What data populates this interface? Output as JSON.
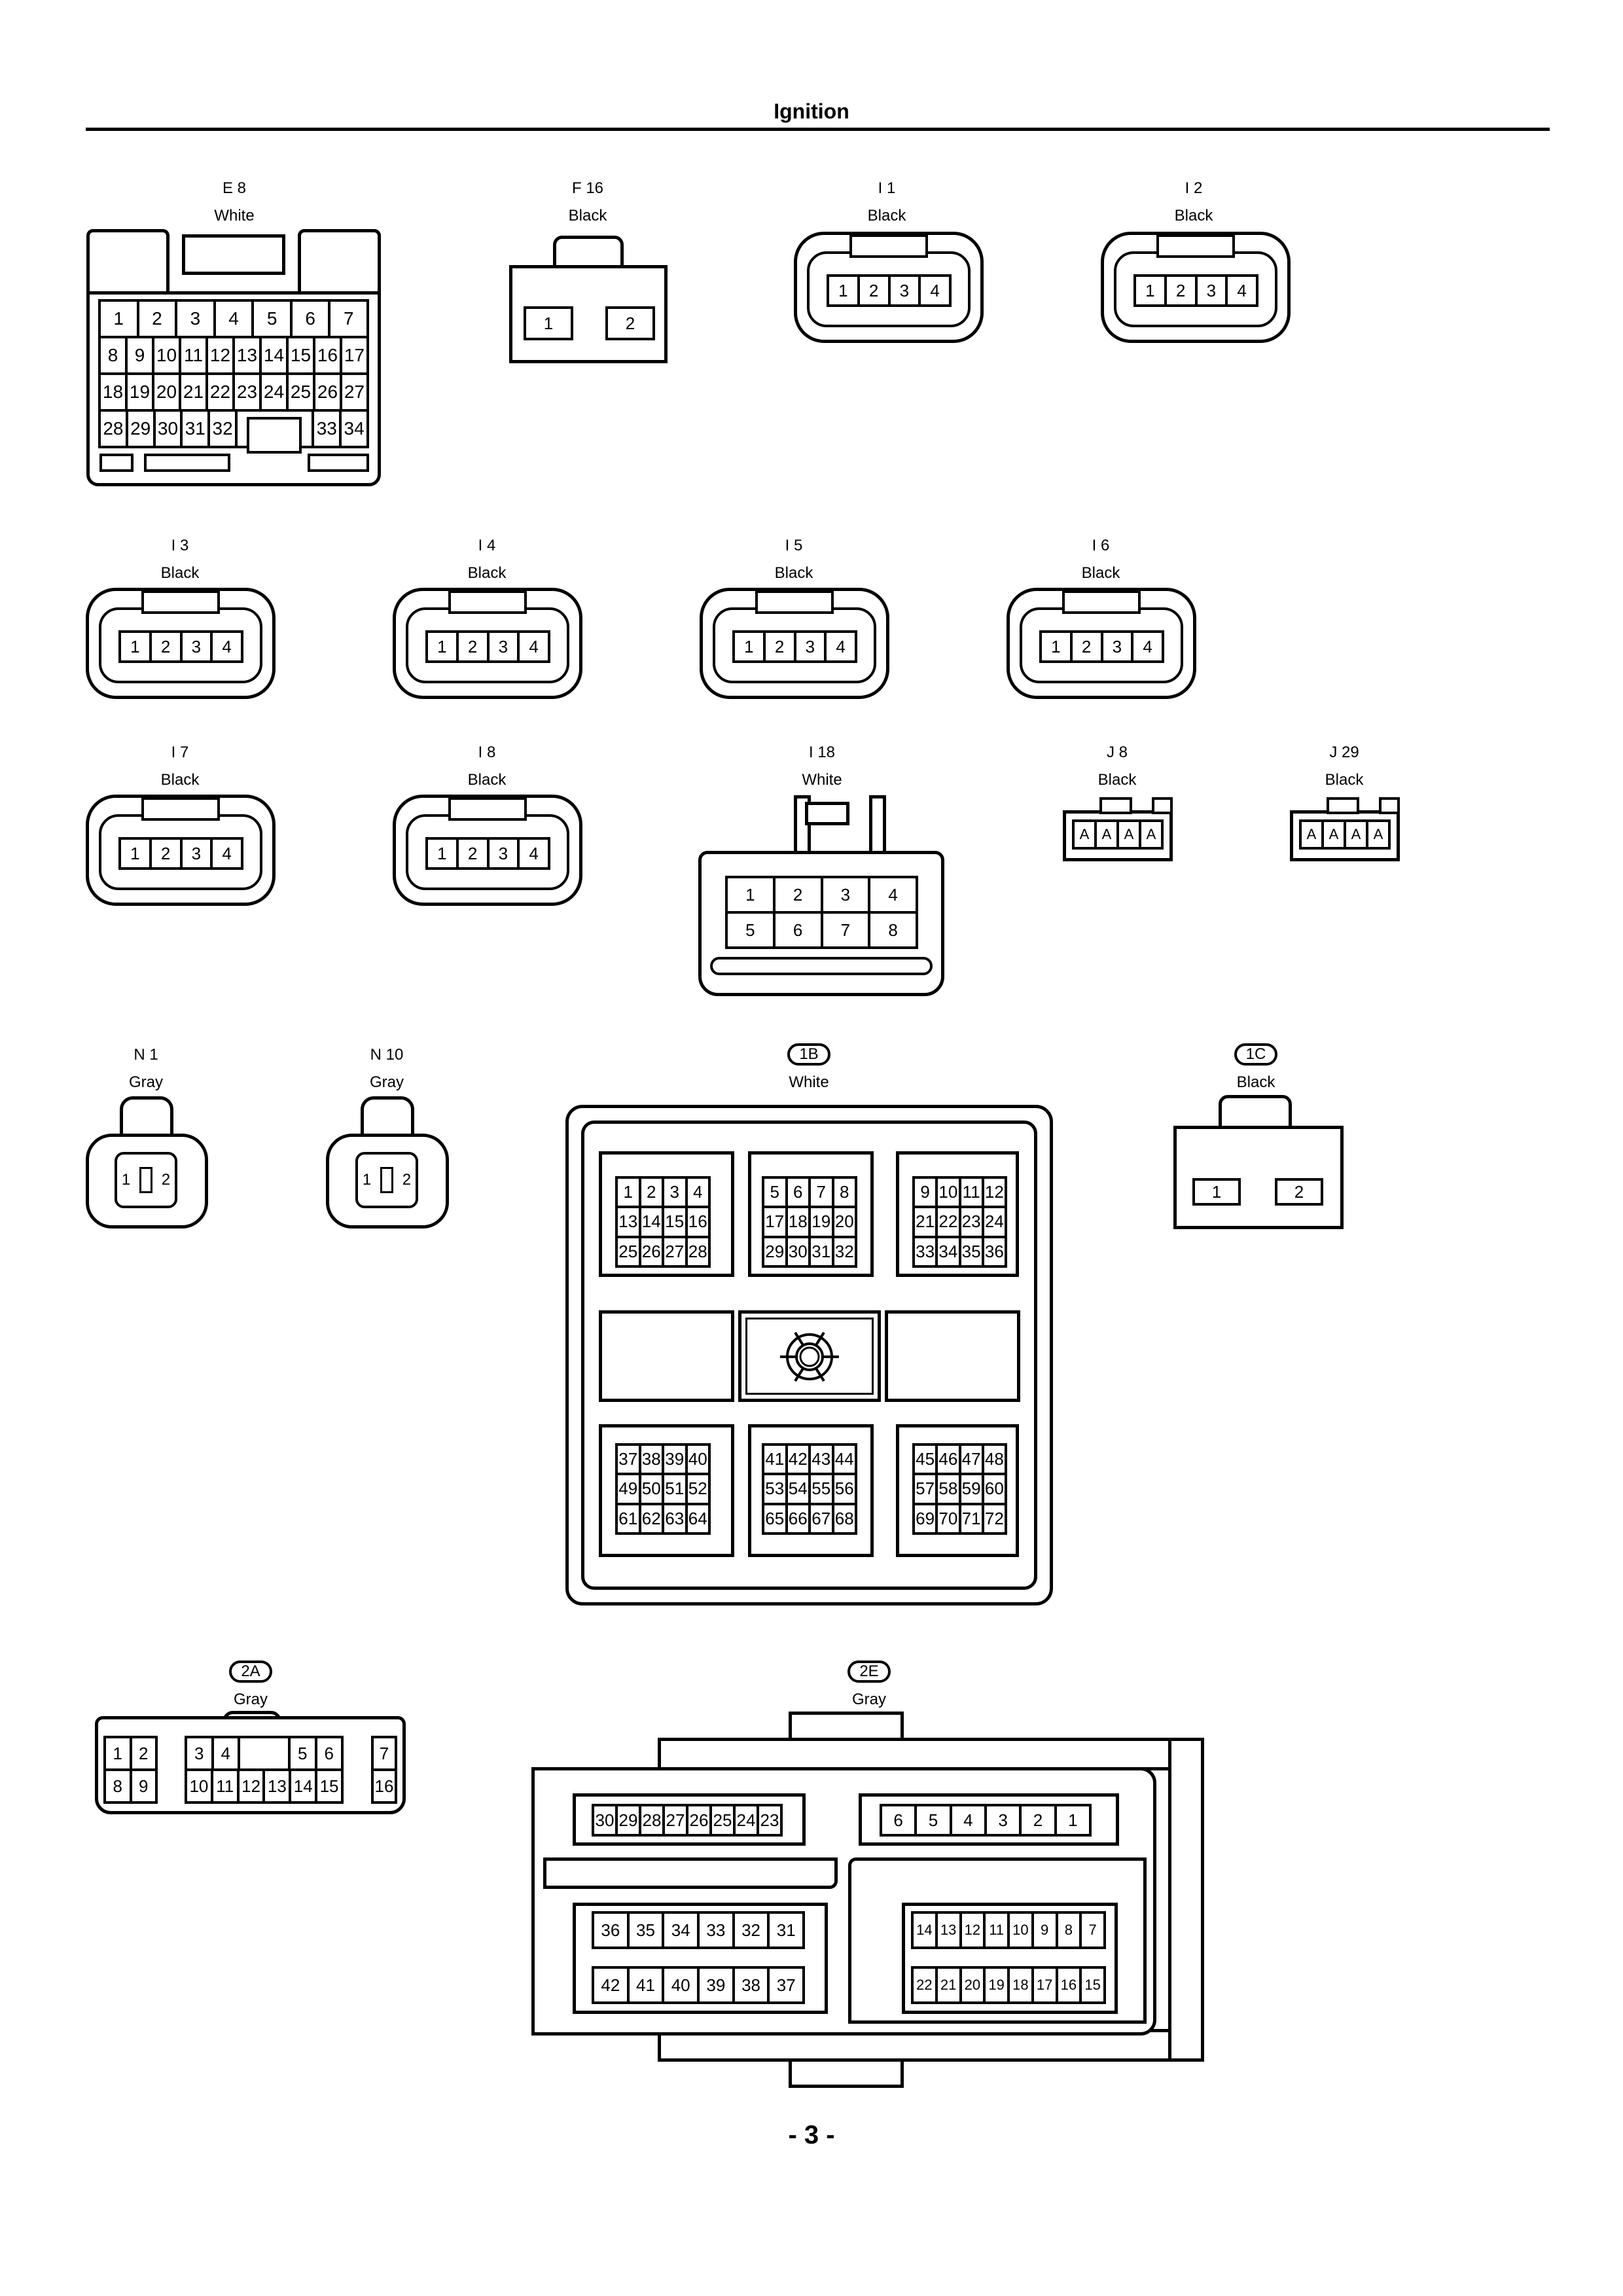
{
  "page": {
    "title": "Ignition",
    "page_number": "- 3 -"
  },
  "connectors": {
    "E8": {
      "code": "E 8",
      "color": "White",
      "pins": [
        [
          "1",
          "2",
          "3",
          "4",
          "5",
          "6",
          "7"
        ],
        [
          "8",
          "9",
          "10",
          "11",
          "12",
          "13",
          "14",
          "15",
          "16",
          "17"
        ],
        [
          "18",
          "19",
          "20",
          "21",
          "22",
          "23",
          "24",
          "25",
          "26",
          "27"
        ],
        [
          "28",
          "29",
          "30",
          "31",
          "32",
          null,
          null,
          null,
          "33",
          "34"
        ]
      ]
    },
    "F16": {
      "code": "F 16",
      "color": "Black",
      "pins": [
        [
          [
            "1"
          ]
        ],
        [
          [
            "2"
          ]
        ]
      ]
    },
    "I1": {
      "code": "I 1",
      "color": "Black",
      "pins": [
        [
          "1",
          "2",
          "3",
          "4"
        ]
      ]
    },
    "I2": {
      "code": "I 2",
      "color": "Black",
      "pins": [
        [
          "1",
          "2",
          "3",
          "4"
        ]
      ]
    },
    "I3": {
      "code": "I 3",
      "color": "Black",
      "pins": [
        [
          "1",
          "2",
          "3",
          "4"
        ]
      ]
    },
    "I4": {
      "code": "I 4",
      "color": "Black",
      "pins": [
        [
          "1",
          "2",
          "3",
          "4"
        ]
      ]
    },
    "I5": {
      "code": "I 5",
      "color": "Black",
      "pins": [
        [
          "1",
          "2",
          "3",
          "4"
        ]
      ]
    },
    "I6": {
      "code": "I 6",
      "color": "Black",
      "pins": [
        [
          "1",
          "2",
          "3",
          "4"
        ]
      ]
    },
    "I7": {
      "code": "I 7",
      "color": "Black",
      "pins": [
        [
          "1",
          "2",
          "3",
          "4"
        ]
      ]
    },
    "I8": {
      "code": "I 8",
      "color": "Black",
      "pins": [
        [
          "1",
          "2",
          "3",
          "4"
        ]
      ]
    },
    "I18": {
      "code": "I 18",
      "color": "White",
      "pins": [
        [
          "1",
          "2",
          "3",
          "4"
        ],
        [
          "5",
          "6",
          "7",
          "8"
        ]
      ]
    },
    "J8": {
      "code": "J 8",
      "color": "Black",
      "pins": [
        [
          "A",
          "A",
          "A",
          "A"
        ]
      ]
    },
    "J29": {
      "code": "J 29",
      "color": "Black",
      "pins": [
        [
          "A",
          "A",
          "A",
          "A"
        ]
      ]
    },
    "N1": {
      "code": "N 1",
      "color": "Gray",
      "pins": [
        "1",
        "2"
      ]
    },
    "N10": {
      "code": "N 10",
      "color": "Gray",
      "pins": [
        "1",
        "2"
      ]
    },
    "1B": {
      "code": "1B",
      "color": "White",
      "blocks": [
        [
          [
            "1",
            "2",
            "3",
            "4"
          ],
          [
            "13",
            "14",
            "15",
            "16"
          ],
          [
            "25",
            "26",
            "27",
            "28"
          ]
        ],
        [
          [
            "5",
            "6",
            "7",
            "8"
          ],
          [
            "17",
            "18",
            "19",
            "20"
          ],
          [
            "29",
            "30",
            "31",
            "32"
          ]
        ],
        [
          [
            "9",
            "10",
            "11",
            "12"
          ],
          [
            "21",
            "22",
            "23",
            "24"
          ],
          [
            "33",
            "34",
            "35",
            "36"
          ]
        ],
        [
          [
            "37",
            "38",
            "39",
            "40"
          ],
          [
            "49",
            "50",
            "51",
            "52"
          ],
          [
            "61",
            "62",
            "63",
            "64"
          ]
        ],
        [
          [
            "41",
            "42",
            "43",
            "44"
          ],
          [
            "53",
            "54",
            "55",
            "56"
          ],
          [
            "65",
            "66",
            "67",
            "68"
          ]
        ],
        [
          [
            "45",
            "46",
            "47",
            "48"
          ],
          [
            "57",
            "58",
            "59",
            "60"
          ],
          [
            "69",
            "70",
            "71",
            "72"
          ]
        ]
      ]
    },
    "1C": {
      "code": "1C",
      "color": "Black",
      "pins": [
        [
          [
            "1"
          ]
        ],
        [
          [
            "2"
          ]
        ]
      ]
    },
    "2A": {
      "code": "2A",
      "color": "Gray",
      "groups": [
        [
          [
            "1",
            "2"
          ],
          [
            "8",
            "9"
          ]
        ],
        [
          [
            "3",
            "4",
            null,
            null,
            "5",
            "6"
          ],
          [
            "10",
            "11",
            "12",
            "13",
            "14",
            "15"
          ]
        ],
        [
          [
            "7"
          ],
          [
            "16"
          ]
        ]
      ]
    },
    "2E": {
      "code": "2E",
      "color": "Gray",
      "blocks": [
        [
          [
            "30",
            "29",
            "28",
            "27",
            "26",
            "25",
            "24",
            "23"
          ]
        ],
        [
          [
            "6",
            "5",
            "4",
            "3",
            "2",
            "1"
          ]
        ],
        [
          [
            "36",
            "35",
            "34",
            "33",
            "32",
            "31"
          ]
        ],
        [
          [
            "42",
            "41",
            "40",
            "39",
            "38",
            "37"
          ]
        ],
        [
          [
            "14",
            "13",
            "12",
            "11",
            "10",
            "9",
            "8",
            "7"
          ]
        ],
        [
          [
            "22",
            "21",
            "20",
            "19",
            "18",
            "17",
            "16",
            "15"
          ]
        ]
      ]
    }
  }
}
